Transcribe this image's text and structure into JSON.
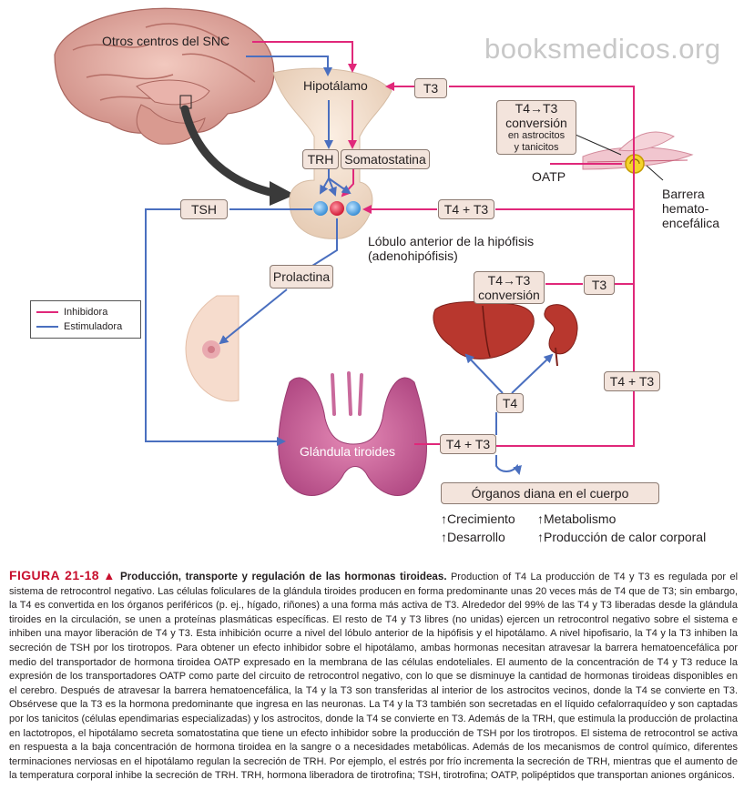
{
  "watermark": "booksmedicos.org",
  "colors": {
    "inhibitory": "#e0287a",
    "stimulatory": "#4a6fbf",
    "box_fill": "#f3e4dc",
    "caption_red": "#c8102e"
  },
  "labels": {
    "cns": "Otros centros del SNC",
    "hypothalamus": "Hipotálamo",
    "trh": "TRH",
    "somatostatin": "Somatostatina",
    "tsh": "TSH",
    "pituitary_line1": "Lóbulo anterior de la hipófisis",
    "pituitary_line2": "(adenohipófisis)",
    "prolactin": "Prolactina",
    "thyroid": "Glándula tiroides",
    "t3_top": "T3",
    "t4t3_pituitary": "T4 + T3",
    "conv_bbb_line1": "T4→T3",
    "conv_bbb_line2": "conversión",
    "conv_bbb_line3": "en astrocitos",
    "conv_bbb_line4": "y tanicitos",
    "oatp": "OATP",
    "bbb_line1": "Barrera",
    "bbb_line2": "hemato-",
    "bbb_line3": "encefálica",
    "conv_organs_line1": "T4→T3",
    "conv_organs_line2": "conversión",
    "t3_right": "T3",
    "t4_organs": "T4",
    "t4t3_right": "T4 + T3",
    "t4t3_thyroid": "T4 + T3",
    "target_organs": "Órganos diana en el cuerpo"
  },
  "legend": {
    "inhibitory": "Inhibidora",
    "stimulatory": "Estimuladora"
  },
  "effects": {
    "growth": "↑Crecimiento",
    "development": "↑Desarrollo",
    "metabolism": "↑Metabolismo",
    "heat": "↑Producción de calor corporal"
  },
  "caption": {
    "fig_number": "FIGURA 21-18",
    "triangle": "▲",
    "title": "Producción, transporte y regulación de las hormonas tiroideas.",
    "body": "Production of T4 La producción de T4 y T3 es regulada por el sistema de retrocontrol negativo. Las células foliculares de la glándula tiroides producen en forma predominante unas 20 veces más de T4 que de T3; sin embargo, la T4 es convertida en los órganos periféricos (p. ej., hígado, riñones) a una forma más activa de T3. Alrededor del 99% de las T4 y T3 liberadas desde la glándula tiroides en la circulación, se unen a proteínas plasmáticas específicas. El resto de T4 y T3 libres (no unidas) ejercen un retrocontrol negativo sobre el sistema e inhiben una mayor liberación de T4 y T3. Esta inhibición ocurre a nivel del lóbulo anterior de la hipófisis y el hipotálamo. A nivel hipofisario, la T4 y la T3 inhiben la secreción de TSH por los tirotropos. Para obtener un efecto inhibidor sobre el hipotálamo, ambas hormonas necesitan atravesar la barrera hematoencefálica por medio del transportador de hormona tiroidea OATP expresado en la membrana de las células endoteliales. El aumento de la concentración de T4 y T3 reduce la expresión de los transportadores OATP como parte del circuito de retrocontrol negativo, con lo que se disminuye la cantidad de hormonas tiroideas disponibles en el cerebro. Después de atravesar la barrera hematoencefálica, la T4 y la T3 son transferidas al interior de los astrocitos vecinos, donde la T4 se convierte en T3. Obsérvese que la T3 es la hormona predominante que ingresa en las neuronas. La T4 y la T3 también son secretadas en el líquido cefalorraquídeo y son captadas por los tanicitos (células ependimarias especializadas) y los astrocitos, donde la T4 se convierte en T3. Además de la TRH, que estimula la producción de prolactina en lactotropos, el hipotálamo secreta somatostatina que tiene un efecto inhibidor sobre la producción de TSH por los tirotropos. El sistema de retrocontrol se activa en respuesta a la baja concentración de hormona tiroidea en la sangre o a necesidades metabólicas. Además de los mecanismos de control químico, diferentes terminaciones nerviosas en el hipotálamo regulan la secreción de TRH. Por ejemplo, el estrés por frío incrementa la secreción de TRH, mientras que el aumento de la temperatura corporal inhibe la secreción de TRH. TRH, hormona liberadora de tirotrofina; TSH, tirotrofina; OATP, polipéptidos que transportan aniones orgánicos."
  }
}
